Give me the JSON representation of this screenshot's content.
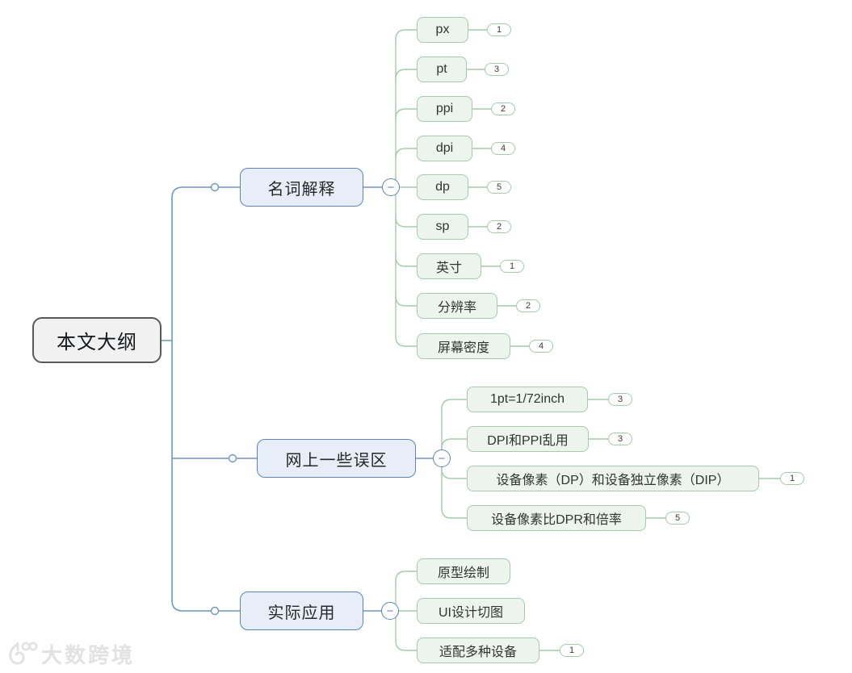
{
  "ui": {
    "collapse_glyph": "−"
  },
  "root": {
    "label": "本文大纲"
  },
  "branches": [
    {
      "label": "名词解释",
      "children": [
        {
          "label": "px",
          "badge": "1"
        },
        {
          "label": "pt",
          "badge": "3"
        },
        {
          "label": "ppi",
          "badge": "2"
        },
        {
          "label": "dpi",
          "badge": "4"
        },
        {
          "label": "dp",
          "badge": "5"
        },
        {
          "label": "sp",
          "badge": "2"
        },
        {
          "label": "英寸",
          "badge": "1"
        },
        {
          "label": "分辨率",
          "badge": "2"
        },
        {
          "label": "屏幕密度",
          "badge": "4"
        }
      ]
    },
    {
      "label": "网上一些误区",
      "children": [
        {
          "label": "1pt=1/72inch",
          "badge": "3"
        },
        {
          "label": "DPI和PPI乱用",
          "badge": "3"
        },
        {
          "label": "设备像素（DP）和设备独立像素（DIP）",
          "badge": "1"
        },
        {
          "label": "设备像素比DPR和倍率",
          "badge": "5"
        }
      ]
    },
    {
      "label": "实际应用",
      "children": [
        {
          "label": "原型绘制"
        },
        {
          "label": "UI设计切图"
        },
        {
          "label": "适配多种设备",
          "badge": "1"
        }
      ]
    }
  ],
  "watermark": {
    "brand": "大数跨境"
  },
  "colors": {
    "branch_accent": "#5b85b7",
    "branch_fill": "#e8eef8",
    "child_accent": "#a6caab",
    "child_fill": "#edf4ee",
    "root_border": "#58595b",
    "root_fill": "#f1f1f2"
  }
}
